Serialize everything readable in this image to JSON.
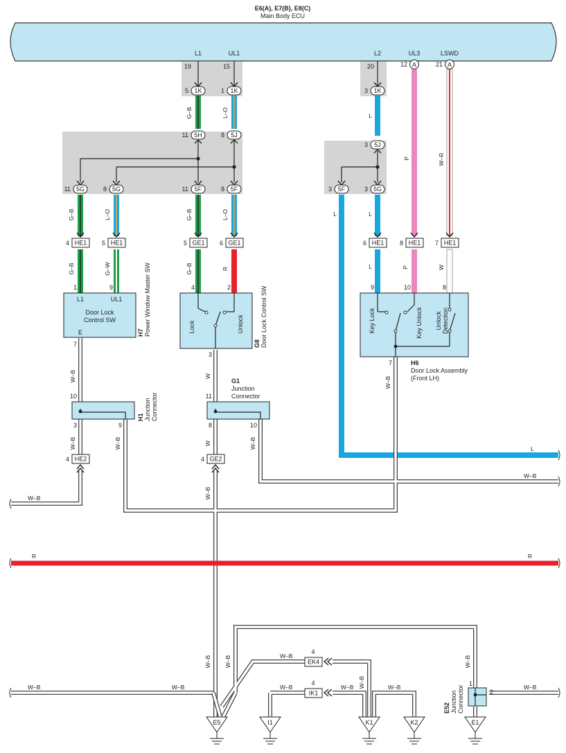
{
  "ecu": {
    "code": "E6(A), E7(B), E8(C)",
    "name": "Main Body ECU",
    "pins": [
      {
        "label": "L1",
        "number": "19"
      },
      {
        "label": "UL1",
        "number": "15"
      },
      {
        "label": "L2",
        "number": "20"
      },
      {
        "label": "UL3",
        "number": "12",
        "conn": "A"
      },
      {
        "label": "LSWD",
        "number": "21",
        "conn": "A"
      }
    ]
  },
  "connectors": {
    "c1k_a": {
      "name": "1K",
      "pin": "5"
    },
    "c1k_b": {
      "name": "1K",
      "pin": "1"
    },
    "c1k_c": {
      "name": "1K",
      "pin": "3"
    },
    "c5h": {
      "name": "5H",
      "pin": "11"
    },
    "c5j_a": {
      "name": "5J",
      "pin": "8"
    },
    "c5j_b": {
      "name": "5J",
      "pin": "3"
    },
    "c5g_a": {
      "name": "5G",
      "pin": "11"
    },
    "c5g_b": {
      "name": "5G",
      "pin": "8"
    },
    "c5f_a": {
      "name": "5F",
      "pin": "11"
    },
    "c5f_b": {
      "name": "5F",
      "pin": "8"
    },
    "c5f_c": {
      "name": "5F",
      "pin": "3"
    },
    "c5g_c": {
      "name": "5G",
      "pin": "3"
    },
    "he1_a": {
      "name": "HE1",
      "pin": "4"
    },
    "he1_b": {
      "name": "HE1",
      "pin": "5"
    },
    "ge1_a": {
      "name": "GE1",
      "pin": "5"
    },
    "ge1_b": {
      "name": "GE1",
      "pin": "6"
    },
    "he1_c": {
      "name": "HE1",
      "pin": "6"
    },
    "he1_d": {
      "name": "HE1",
      "pin": "8"
    },
    "he1_e": {
      "name": "HE1",
      "pin": "7"
    },
    "he2": {
      "name": "HE2",
      "pin": "4"
    },
    "ge2": {
      "name": "GE2",
      "pin": "4"
    },
    "ek4": {
      "name": "EK4",
      "pin": "4"
    },
    "ik1": {
      "name": "IK1",
      "pin": "4"
    }
  },
  "wire_colors": {
    "g_b": "G–B",
    "l_o": "L–O",
    "g_w": "G–W",
    "r": "R",
    "l": "L",
    "p": "P",
    "w_r": "W–R",
    "w": "W",
    "w_b": "W–B"
  },
  "colors": {
    "ecu_fill": "#bfe6f2",
    "blue": "#1aa7e0",
    "green": "#1e9e4a",
    "red": "#e8202a",
    "pink": "#ec87be",
    "shade": "#d4d4d4"
  },
  "components": {
    "h7": {
      "code": "H7",
      "name": "Power Window Master SW",
      "inner": [
        "Door Lock",
        "Control SW"
      ],
      "terminals": {
        "L1": "L1",
        "UL1": "UL1",
        "E": "E"
      },
      "pins": {
        "p1": "1",
        "p9": "9",
        "p7": "7"
      }
    },
    "g8": {
      "code": "G8",
      "name": "Door Lock Control SW",
      "lock": "Lock",
      "unlock": "Unlock",
      "pins": {
        "p4": "4",
        "p2": "2",
        "p3": "3"
      }
    },
    "h6": {
      "code": "H6",
      "name": "Door Lock Assembly",
      "name2": "(Front LH)",
      "key_lock": "Key Lock",
      "key_unlock": "Key Unlock",
      "unlock_det1": "Unlock",
      "unlock_det2": "Detection",
      "pins": {
        "p9": "9",
        "p10": "10",
        "p8": "8",
        "p7": "7"
      }
    },
    "h1": {
      "code": "H1",
      "name1": "Junction",
      "name2": "Connector",
      "pins": {
        "p10": "10",
        "p3": "3",
        "p9": "9"
      }
    },
    "g1": {
      "code": "G1",
      "name1": "Junction",
      "name2": "Connector",
      "pins": {
        "p11": "11",
        "p8": "8",
        "p10": "10"
      }
    },
    "e52": {
      "code": "E52",
      "name1": "Junction",
      "name2": "Connector",
      "pins": {
        "p1": "1",
        "p2": "2"
      }
    }
  },
  "grounds": [
    "E5",
    "I1",
    "K1",
    "K2",
    "E1"
  ]
}
